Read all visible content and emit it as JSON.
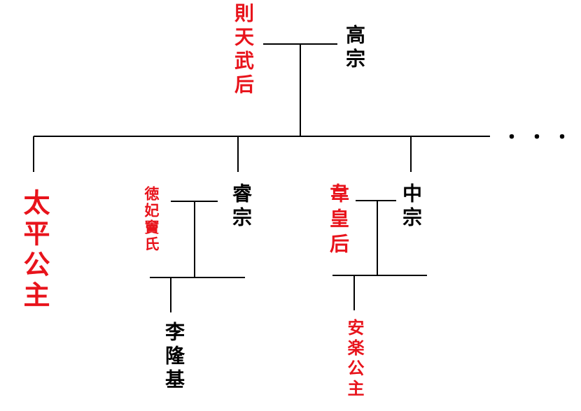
{
  "persons": {
    "wu_zetian": "則天武后",
    "gaozong": "高宗",
    "princess_taiping": "太平公主",
    "ruizong": "睿宗",
    "consort_dou": "徳妃竇氏",
    "li_longji": "李隆基",
    "zhongzong": "中宗",
    "empress_wei": "韋皇后",
    "princess_anle": "安楽公主"
  },
  "continuation": "・・・",
  "colors": {
    "highlight": "#e8131b",
    "normal": "#000000",
    "line": "#000000"
  }
}
